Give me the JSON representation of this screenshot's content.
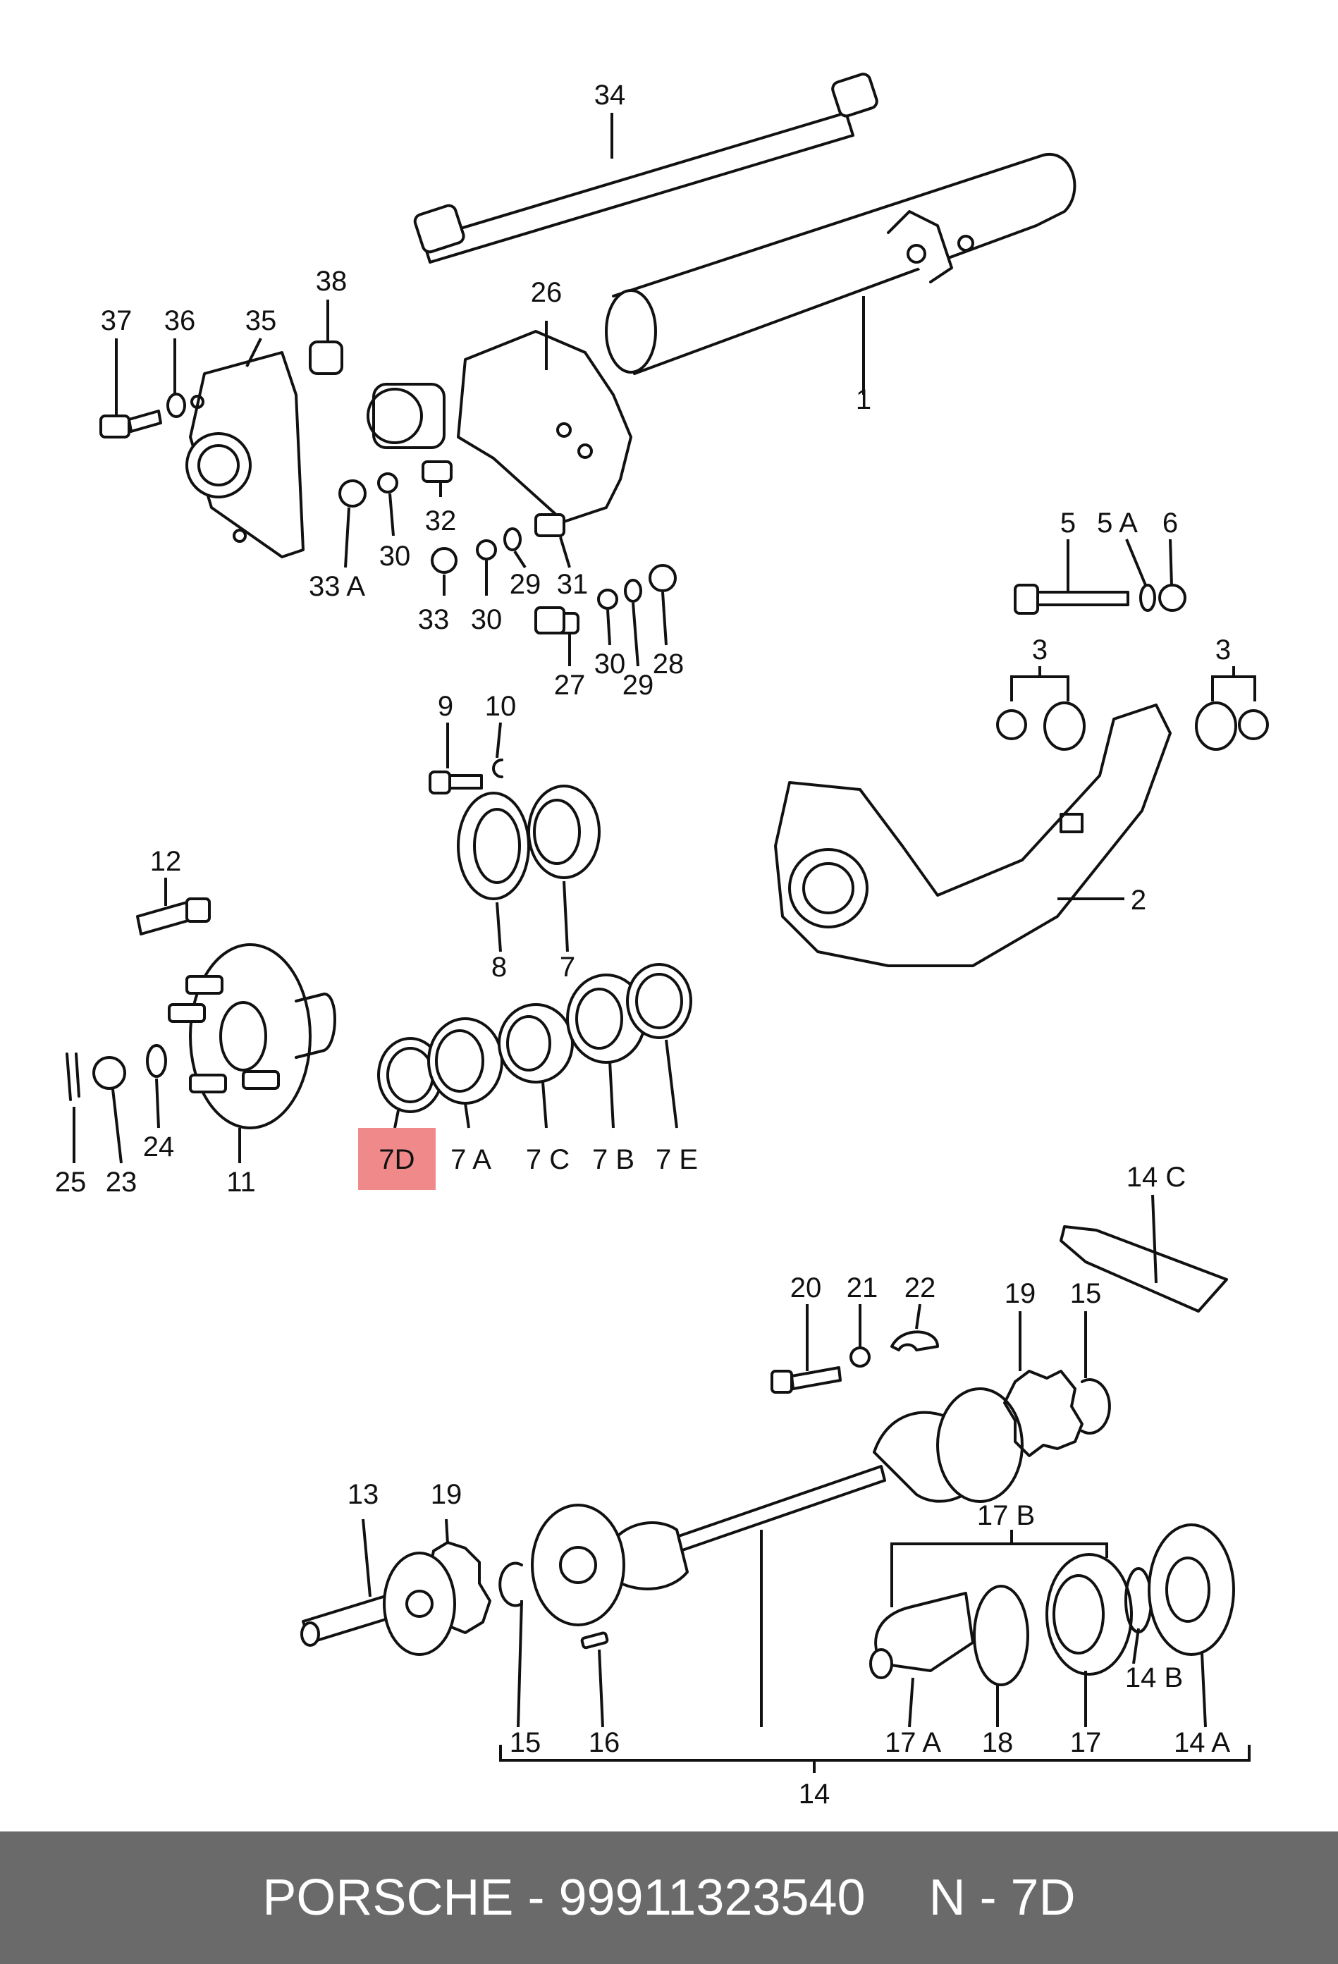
{
  "labels": {
    "l34": "34",
    "l38": "38",
    "l37": "37",
    "l36": "36",
    "l35": "35",
    "l26": "26",
    "l1": "1",
    "l32": "32",
    "l33A": "33 A",
    "l30a": "30",
    "l29a": "29",
    "l31": "31",
    "l33": "33",
    "l30b": "30",
    "l27": "27",
    "l30c": "30",
    "l29b": "29",
    "l28": "28",
    "l5": "5",
    "l5A": "5 A",
    "l6": "6",
    "l3a": "3",
    "l3b": "3",
    "l2": "2",
    "l9": "9",
    "l10": "10",
    "l8": "8",
    "l7": "7",
    "l12": "12",
    "l25": "25",
    "l23": "23",
    "l24": "24",
    "l11": "11",
    "l7D": "7D",
    "l7A": "7 A",
    "l7C": "7 C",
    "l7B": "7 B",
    "l7E": "7 E",
    "l14C": "14 C",
    "l20": "20",
    "l21": "21",
    "l22": "22",
    "l19a": "19",
    "l15a": "15",
    "l13": "13",
    "l19b": "19",
    "l17B": "17 B",
    "l14B": "14 B",
    "l15b": "15",
    "l16": "16",
    "l17A": "17 A",
    "l18": "18",
    "l17": "17",
    "l14A": "14 A",
    "l14": "14"
  },
  "highlight_color": "#f08a8a",
  "footer": {
    "brand_part": "PORSCHE - 99911323540",
    "ref": "N - 7D"
  }
}
